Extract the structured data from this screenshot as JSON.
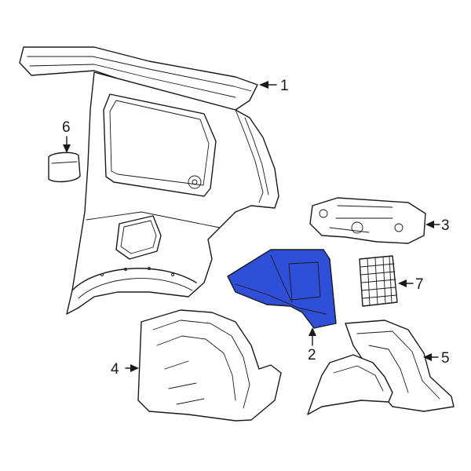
{
  "diagram": {
    "highlight_color": "#2f4fd8",
    "callouts": [
      {
        "id": "1",
        "label": "1"
      },
      {
        "id": "2",
        "label": "2"
      },
      {
        "id": "3",
        "label": "3"
      },
      {
        "id": "4",
        "label": "4"
      },
      {
        "id": "5",
        "label": "5"
      },
      {
        "id": "6",
        "label": "6"
      },
      {
        "id": "7",
        "label": "7"
      }
    ]
  }
}
